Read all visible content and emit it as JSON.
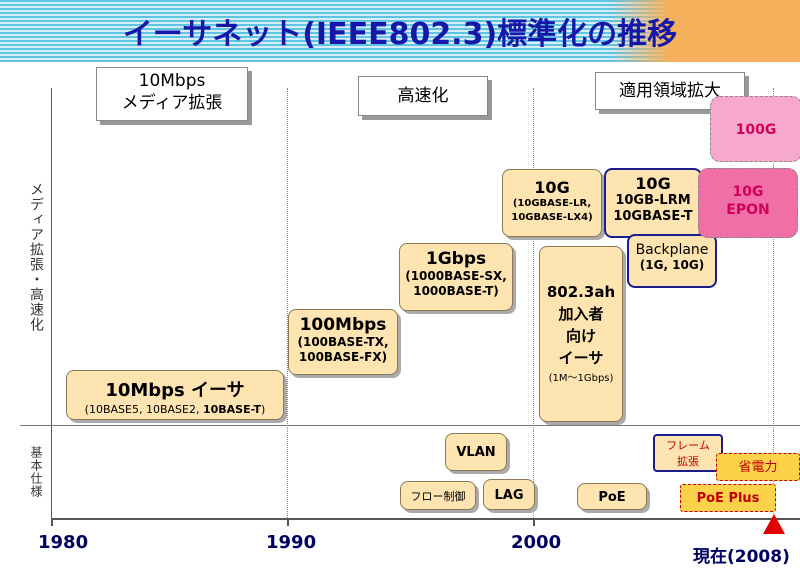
{
  "title": "イーサネット(IEEE802.3)標準化の推移",
  "callouts": {
    "media": "10Mbps\nメディア拡張",
    "speed": "高速化",
    "apply": "適用領域拡大"
  },
  "y_axis": {
    "upper": "メディア拡張・高速化",
    "lower": "基本仕様"
  },
  "x_axis": {
    "t1980": "1980",
    "t1990": "1990",
    "t2000": "2000",
    "now": "現在(2008)"
  },
  "boxes": {
    "e10m_title": "10Mbps イーサ",
    "e10m_sub1": "(10BASE5, 10BASE2, ",
    "e10m_sub2": "10BASE-T",
    "e10m_sub3": ")",
    "e100m_title": "100Mbps",
    "e100m_sub": "(100BASE-TX,\n100BASE-FX)",
    "e1g_title": "1Gbps",
    "e1g_sub": "(1000BASE-SX,\n1000BASE-T)",
    "e10g_title": "10G",
    "e10g_sub": "(10GBASE-LR,\n10GBASE-LX4)",
    "e10g2_title": "10G",
    "e10g2_sub": "10GB-LRM\n10GBASE-T",
    "backplane_title": "Backplane",
    "backplane_sub": "(1G, 10G)",
    "ah_title": "802.3ah\n加入者\n向け\nイーサ",
    "ah_sub": "(1M～1Gbps)",
    "g100": "100G",
    "epon": "10G\nEPON"
  },
  "basic": {
    "vlan": "VLAN",
    "flow": "フロー制御",
    "lag": "LAG",
    "poe": "PoE",
    "frame": "フレーム\n拡張",
    "power": "省電力",
    "poeplus": "PoE Plus"
  }
}
